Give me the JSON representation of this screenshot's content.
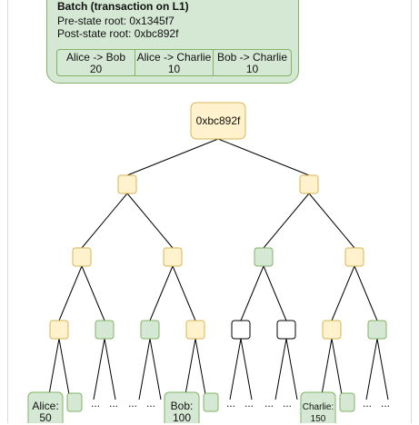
{
  "batch": {
    "title": "Batch (transaction on L1)",
    "pre_state": "Pre-state root: 0x1345f7",
    "post_state": "Post-state root: 0xbc892f",
    "transactions": [
      {
        "line1": "Alice -> Bob",
        "line2": "20"
      },
      {
        "line1": "Alice -> Charlie",
        "line2": "10"
      },
      {
        "line1": "Bob -> Charlie",
        "line2": "10"
      }
    ]
  },
  "tree": {
    "root_label": "0xbc892f",
    "colors": {
      "yellow_fill": "#fff2cc",
      "yellow_stroke": "#d6b656",
      "green_fill": "#d5e8d4",
      "green_stroke": "#82b366",
      "white_fill": "#ffffff",
      "white_stroke": "#000000",
      "edge": "#000000"
    },
    "leaves": {
      "alice": {
        "name": "Alice:",
        "value": "50"
      },
      "bob": {
        "name": "Bob:",
        "value": "100"
      },
      "charlie": {
        "name": "Charlie:",
        "value": "150"
      }
    },
    "ellipsis": "..."
  }
}
